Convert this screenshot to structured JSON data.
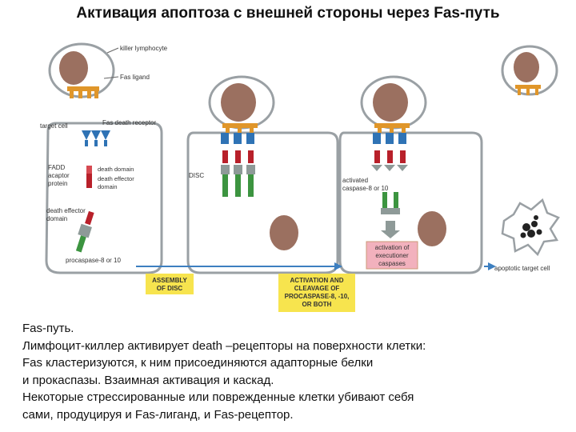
{
  "title": "Активация апоптоза с внешней стороны через Fas-путь",
  "diagram": {
    "labels": {
      "killer_lymphocyte": "killer lymphocyte",
      "fas_ligand": "Fas ligand",
      "target_cell": "target cell",
      "fas_death_receptor": "Fas death receptor",
      "fadd_line1": "FADD",
      "fadd_line2": "acaptor",
      "fadd_line3": "protein",
      "death_domain": "death domain",
      "death_effector_domain_line1": "death effector",
      "death_effector_domain_line2": "domain",
      "left_ded_line1": "death effector",
      "left_ded_line2": "domain",
      "procaspase": "procaspase-8 or 10",
      "disc": "DISC",
      "activated_line1": "activated",
      "activated_line2": "caspase-8 or 10",
      "exec_line1": "activation of",
      "exec_line2": "executioner",
      "exec_line3": "caspases",
      "apoptotic_target_cell": "apoptotic target cell"
    },
    "step_boxes": {
      "assembly_line1": "ASSEMBLY",
      "assembly_line2": "OF DISC",
      "activation_line1": "ACTIVATION AND",
      "activation_line2": "CLEAVAGE OF",
      "activation_line3": "PROCASPASE-8, -10,",
      "activation_line4": "OR BOTH"
    },
    "colors": {
      "nucleus": "#9b7060",
      "ligand": "#e0962a",
      "receptor": "#2f73b5",
      "adaptor": "#b8202a",
      "procaspase": "#3c9440",
      "caspase_active": "#8e9a98",
      "exec_box": "#f2b1bd",
      "step_box": "#f7e44e",
      "arrow": "#3d7fc0"
    }
  },
  "caption": {
    "line1": "Fas-путь.",
    "line2": "Лимфоцит-киллер активирует death –рецепторы  на поверхности клетки:",
    "line3": "Fas кластеризуются, к ним присоединяются адапторные белки",
    "line4": "и прокаспазы. Взаимная активация и каскад.",
    "line5": "Некоторые стрессированные или поврежденные клетки убивают себя",
    "line6": "сами, продуцируя и Fas-лиганд, и Fas-рецептор."
  }
}
